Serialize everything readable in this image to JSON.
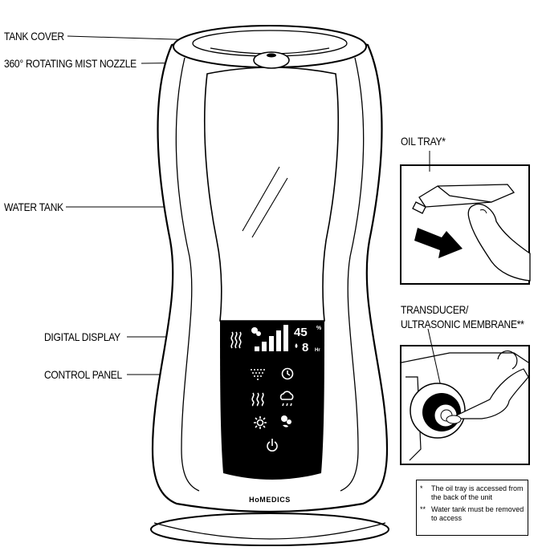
{
  "labels": {
    "tank_cover": "TANK COVER",
    "mist_nozzle": "360° ROTATING MIST NOZZLE",
    "water_tank": "WATER TANK",
    "digital_display": "DIGITAL DISPLAY",
    "control_panel": "CONTROL PANEL",
    "oil_tray": "OIL TRAY*",
    "transducer_line1": "TRANSDUCER/",
    "transducer_line2": "ULTRASONIC MEMBRANE**"
  },
  "display": {
    "humidity": "45",
    "percent": "%",
    "hours": "8",
    "hr_unit": "Hr"
  },
  "brand": "HoMEDICS",
  "notes": {
    "note1_mark": "*",
    "note1_text": "The oil tray is accessed from the back of the unit",
    "note2_mark": "**",
    "note2_text": "Water tank must be removed to access"
  },
  "icons": [
    "mist-level-icon",
    "timer-icon",
    "warm-mist-icon",
    "humidity-icon",
    "light-icon",
    "aroma-icon",
    "power-icon"
  ]
}
